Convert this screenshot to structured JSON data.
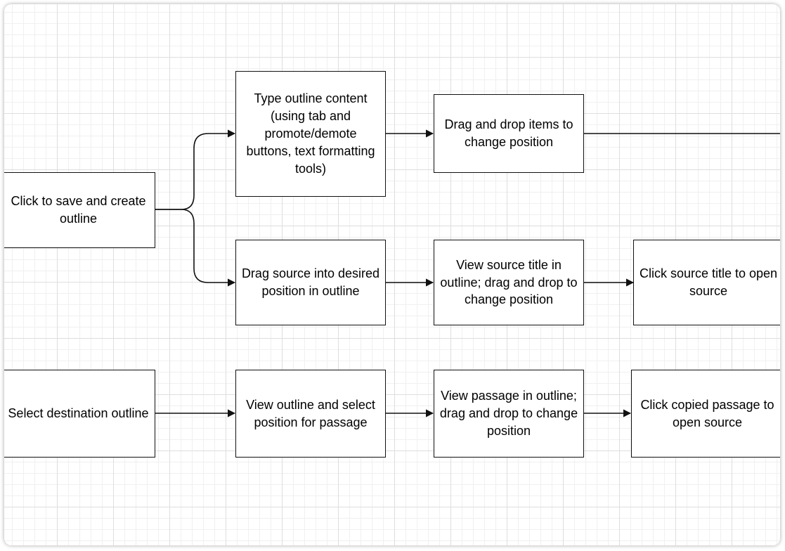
{
  "diagram": {
    "nodes": {
      "save_create": "Click to save and create outline",
      "type_outline": "Type outline content (using tab and promote/demote buttons, text formatting tools)",
      "drag_items": "Drag and drop items to change position",
      "drag_source": "Drag source into desired position in outline",
      "view_source_title": "View source title in outline; drag and drop to change position",
      "click_source_title": "Click source title to open source",
      "select_destination": "Select destination outline",
      "view_outline_select": "View outline and select position for passage",
      "view_passage": "View passage in outline; drag and drop to change position",
      "click_copied_passage": "Click copied passage to open source"
    }
  }
}
